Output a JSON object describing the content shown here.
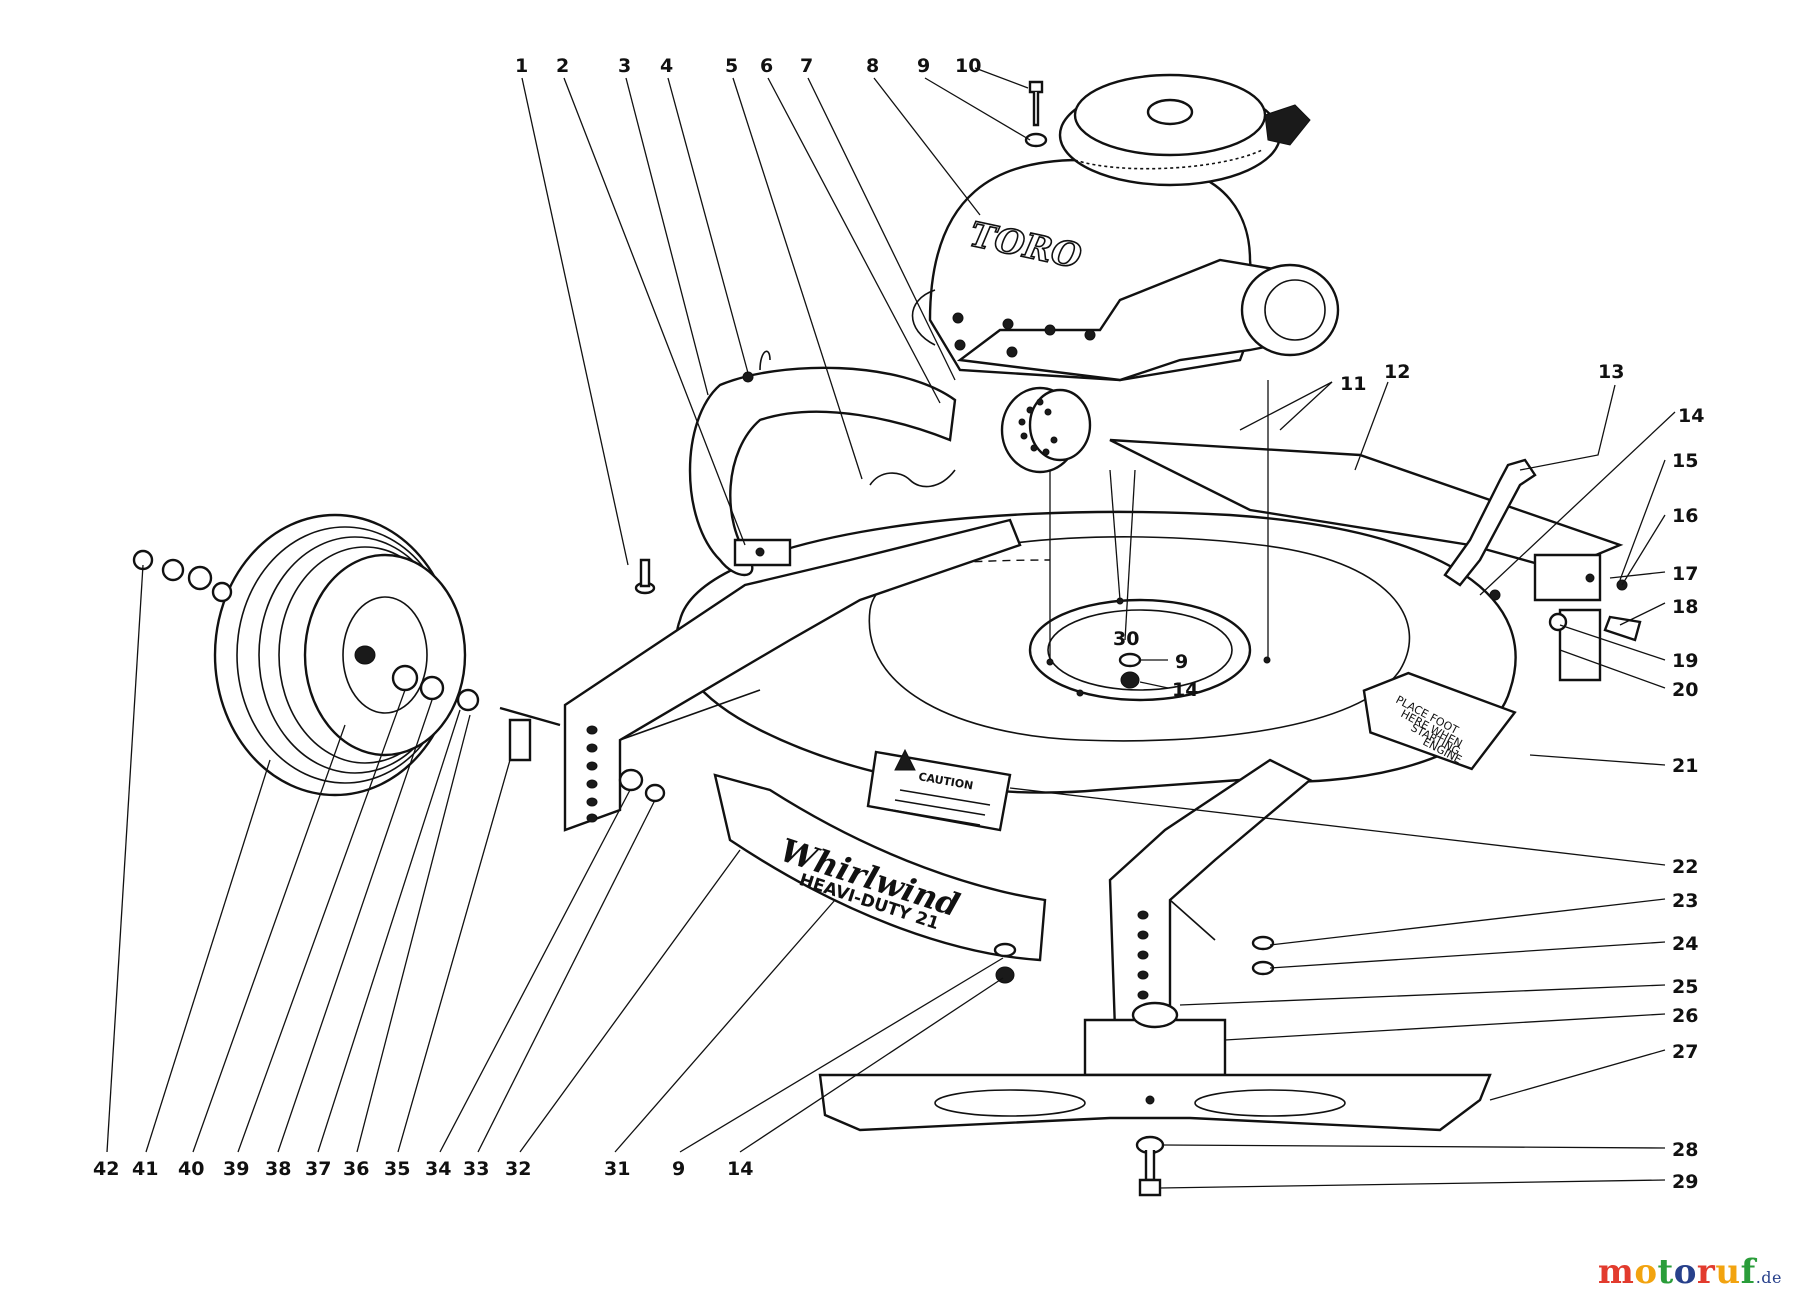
{
  "brand": {
    "engine_logo": "TORO",
    "wordmark_line1": "Whirlwind",
    "wordmark_line2": "HEAVI-DUTY 21"
  },
  "decals": {
    "caution_title": "CAUTION",
    "foot_plate": [
      "PLACE FOOT",
      "HERE WHEN",
      "STARTING",
      "ENGINE"
    ]
  },
  "callouts": {
    "top": [
      "1",
      "2",
      "3",
      "4",
      "5",
      "6",
      "7",
      "8",
      "9",
      "10"
    ],
    "right": [
      "11",
      "12",
      "13",
      "14",
      "15",
      "16",
      "17",
      "18",
      "19",
      "20",
      "21",
      "22",
      "23",
      "24",
      "25",
      "26",
      "27",
      "28",
      "29"
    ],
    "bottom": [
      "42",
      "41",
      "40",
      "39",
      "38",
      "37",
      "36",
      "35",
      "34",
      "33",
      "32",
      "31",
      "9",
      "14"
    ],
    "center": [
      "30",
      "9",
      "14"
    ]
  },
  "watermark": {
    "text": "motoruf",
    "domain": ".de",
    "colors": [
      "#e23b2e",
      "#f2a30f",
      "#2a9d3a",
      "#27408b"
    ]
  }
}
